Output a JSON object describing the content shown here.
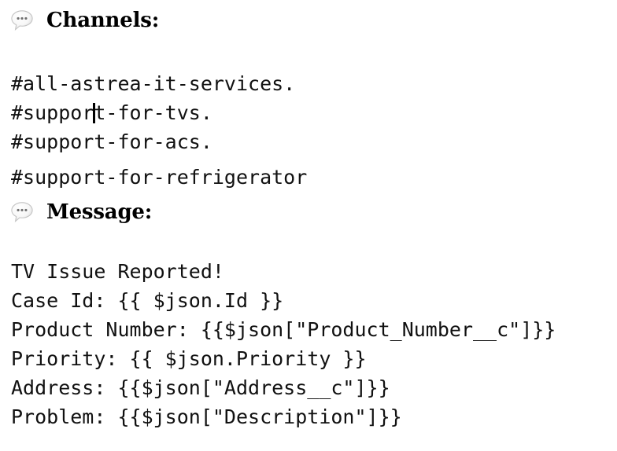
{
  "document": {
    "background_color": "#ffffff",
    "text_color": "#000000"
  },
  "channels_section": {
    "icon": "speech-balloon-icon",
    "heading": "Channels:",
    "items": [
      {
        "text": "#all-astrea-it-services."
      },
      {
        "text_before_caret": "#suppor",
        "text_after_caret": "t-for-tvs.",
        "has_caret": true
      },
      {
        "text": "#support-for-acs."
      },
      {
        "text": "#support-for-refrigerator"
      }
    ]
  },
  "message_section": {
    "icon": "speech-balloon-icon",
    "heading": "Message:",
    "lines": [
      {
        "text": "TV Issue Reported!"
      },
      {
        "text": "Case Id: {{ $json.Id }}"
      },
      {
        "text": "Product Number: {{$json[\"Product_Number__c\"]}}"
      },
      {
        "text": "Priority: {{ $json.Priority }}"
      },
      {
        "text": "Address: {{$json[\"Address__c\"]}}"
      },
      {
        "text": "Problem: {{$json[\"Description\"]}}"
      }
    ]
  }
}
